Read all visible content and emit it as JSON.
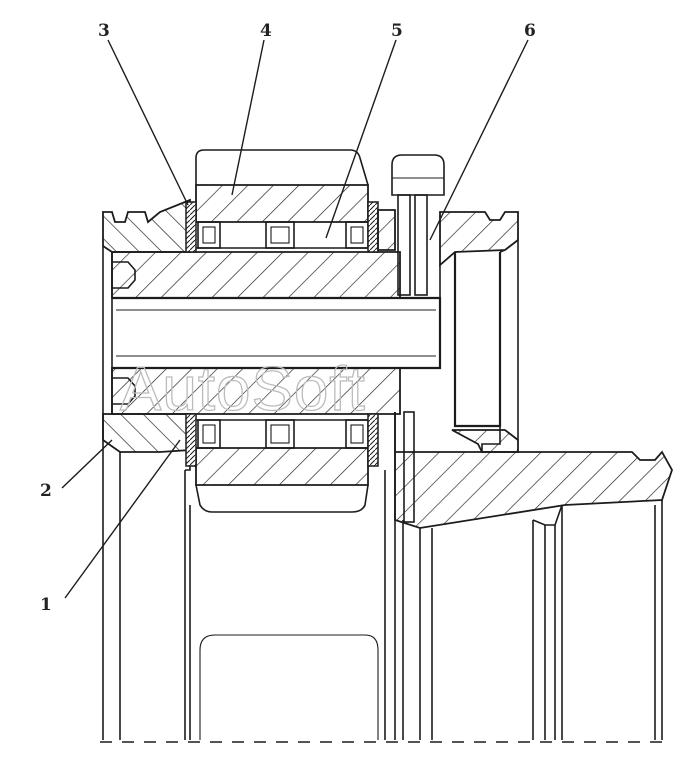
{
  "callouts": [
    {
      "id": "1",
      "label": "1"
    },
    {
      "id": "2",
      "label": "2"
    },
    {
      "id": "3",
      "label": "3"
    },
    {
      "id": "4",
      "label": "4"
    },
    {
      "id": "5",
      "label": "5"
    },
    {
      "id": "6",
      "label": "6"
    }
  ],
  "watermark": {
    "text": "AutoSoft"
  }
}
